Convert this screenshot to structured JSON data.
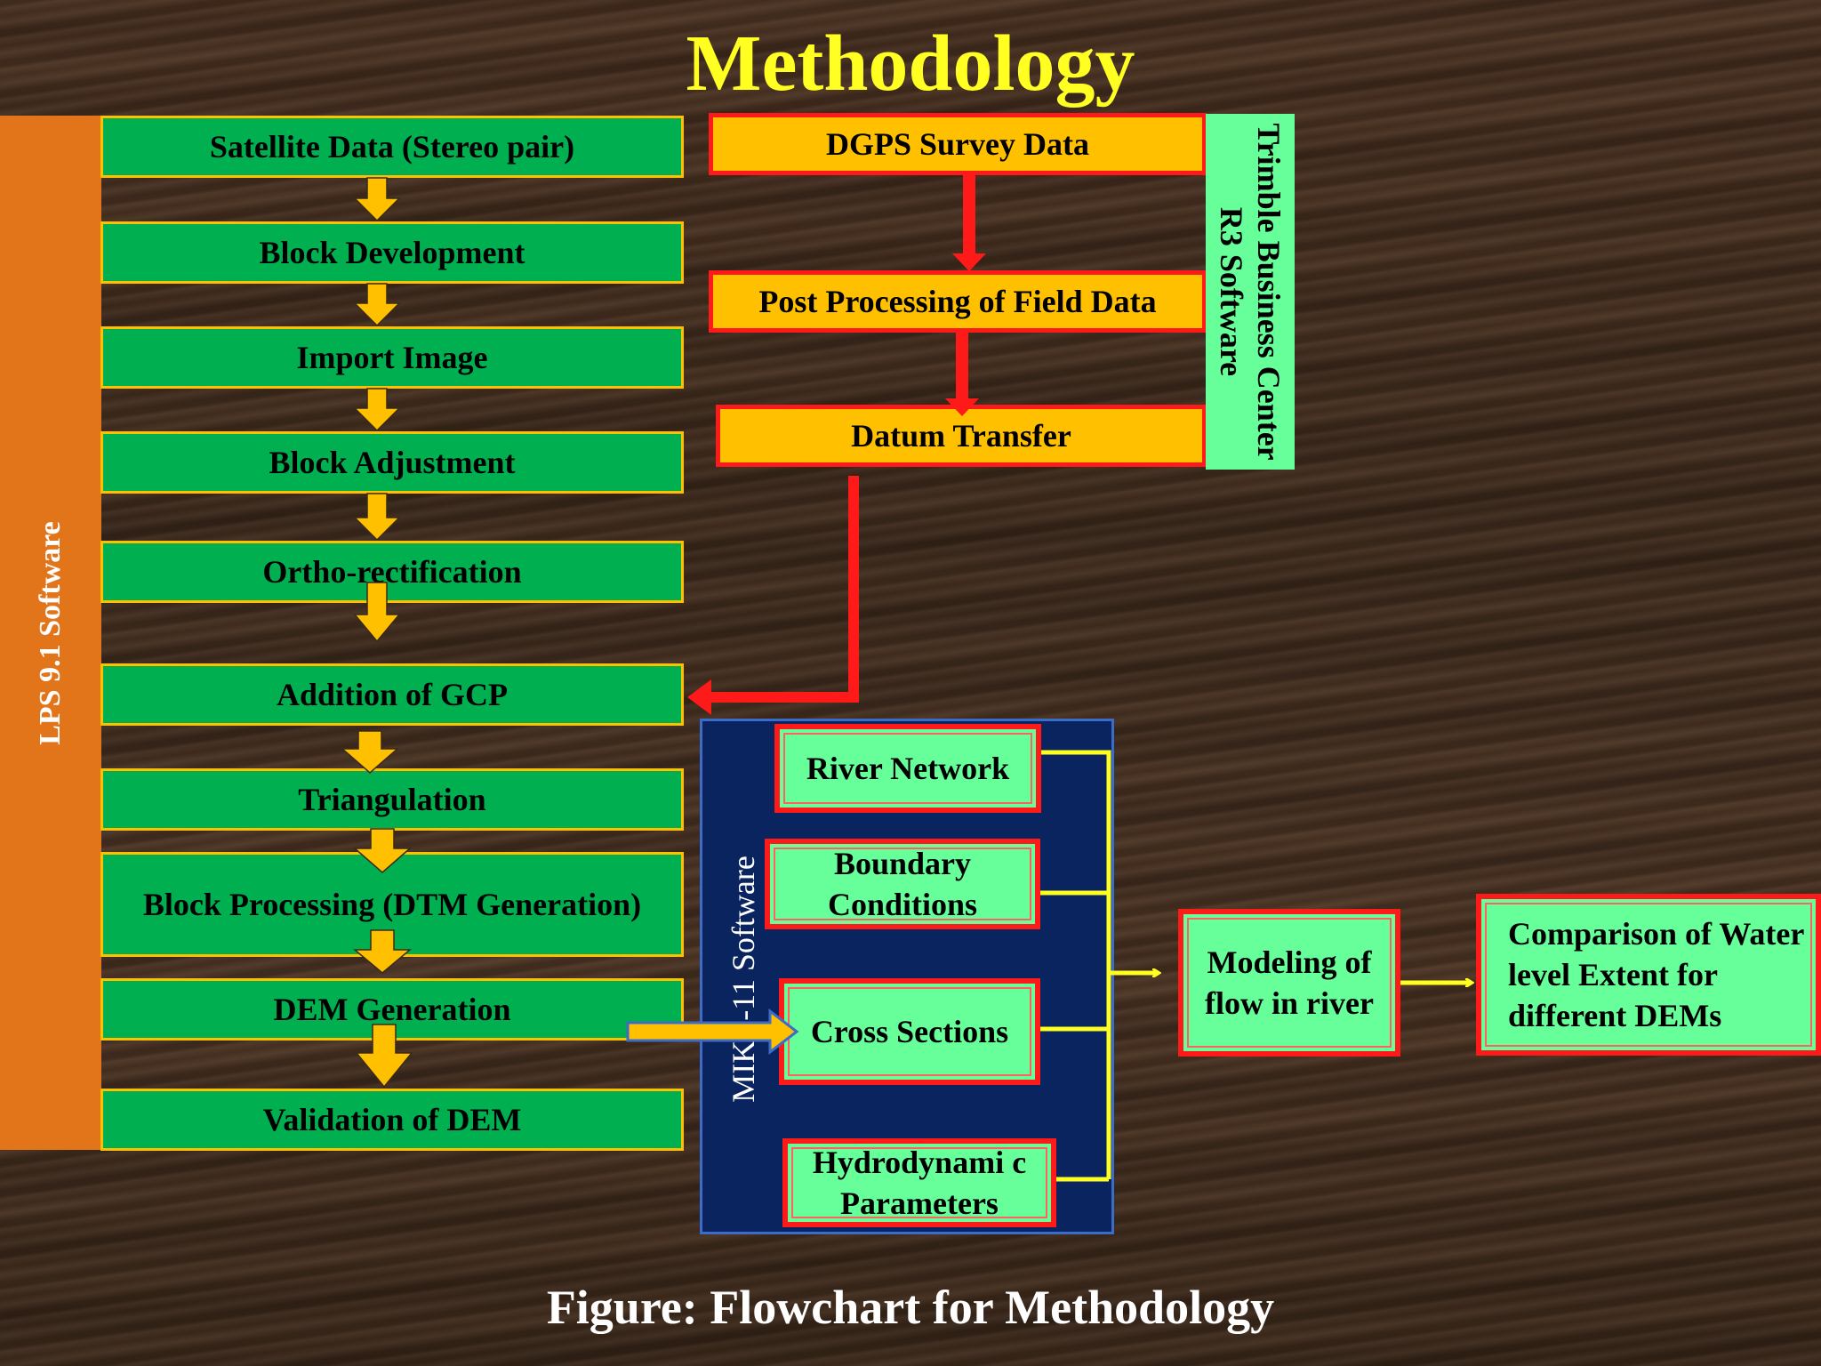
{
  "title": "Methodology",
  "caption": "Figure: Flowchart for Methodology",
  "lps": {
    "software_label": "LPS 9.1 Software",
    "steps": [
      "Satellite Data (Stereo pair)",
      "Block Development",
      "Import Image",
      "Block Adjustment",
      "Ortho-rectification",
      "Addition of GCP",
      "Triangulation",
      "Block Processing (DTM Generation)",
      "DEM Generation",
      "Validation of DEM"
    ]
  },
  "dgps": {
    "software_label": "Trimble Business Center R3 Software",
    "steps": [
      "DGPS Survey Data",
      "Post Processing of Field Data",
      "Datum Transfer"
    ]
  },
  "mike": {
    "software_label": "MIKE-11 Software",
    "inputs": [
      "River Network",
      "Boundary Conditions",
      "Cross Sections",
      "Hydrodynami c Parameters"
    ]
  },
  "modeling": "Modeling of flow in river",
  "comparison": "Comparison of Water level Extent for different DEMs",
  "colors": {
    "title": "#ffff22",
    "lps_bar": "#e2741a",
    "step_green": "#00b050",
    "step_orange": "#ffc000",
    "light_green": "#66ff99",
    "red_arrow": "#ff1a1a",
    "yellow_arrow": "#ffc000",
    "mike_panel": "#0a2460"
  }
}
